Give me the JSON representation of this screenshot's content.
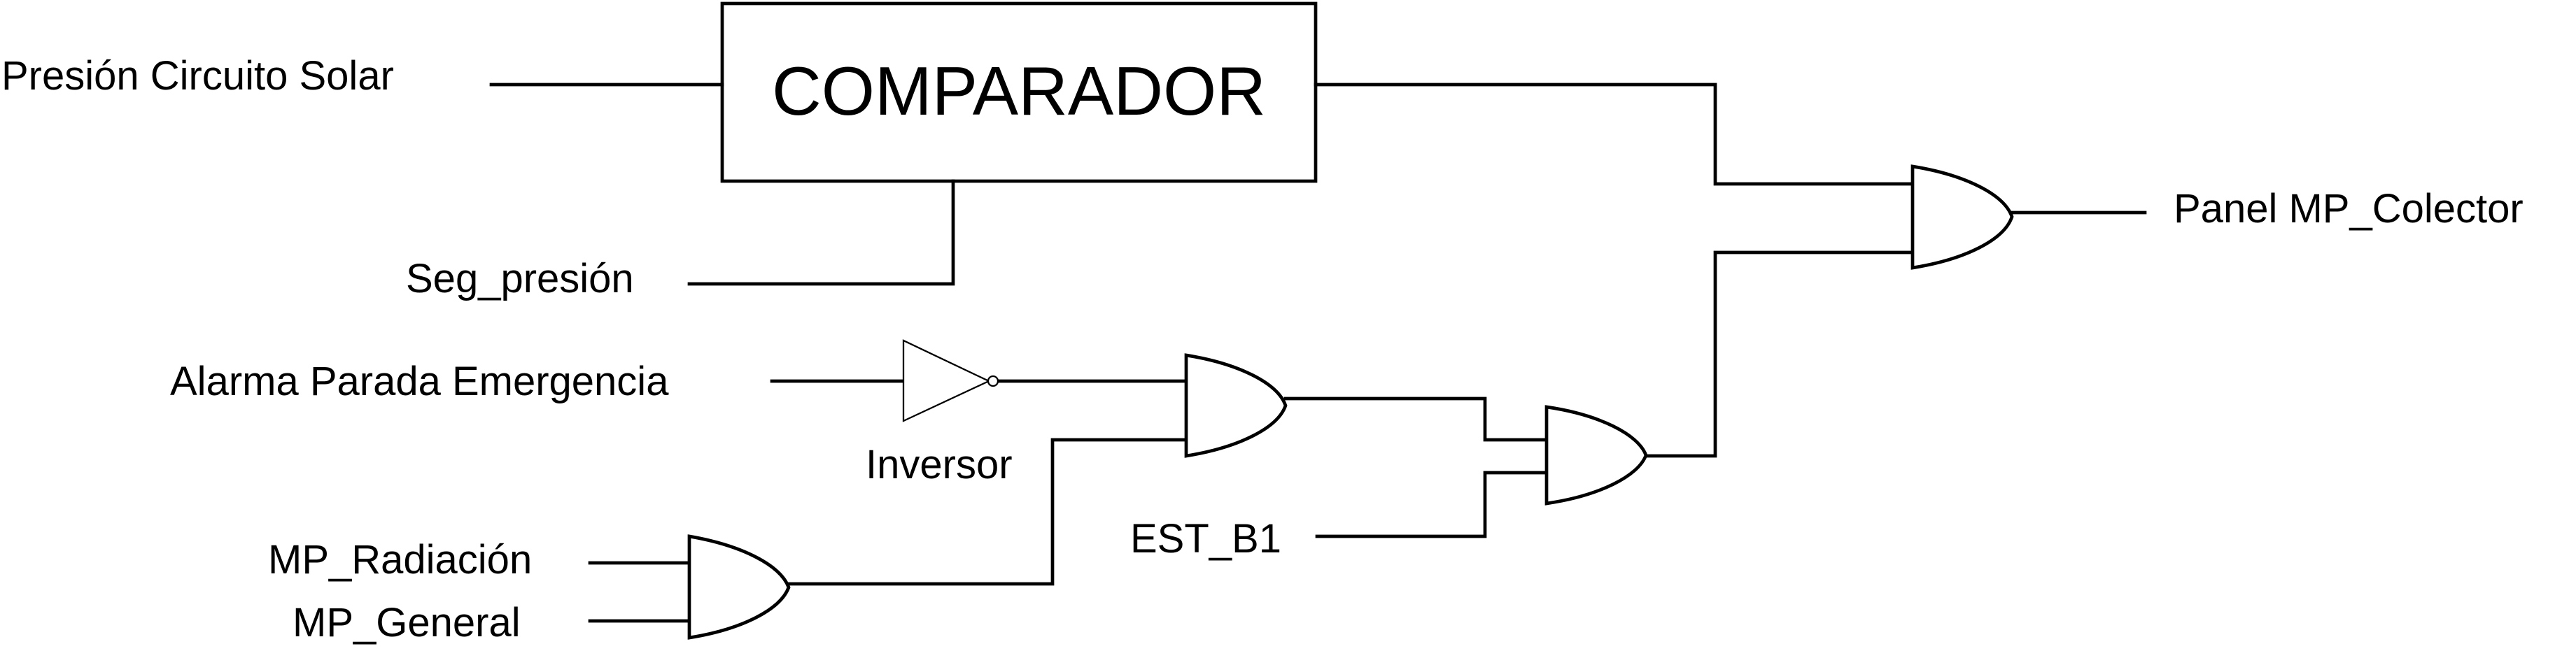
{
  "blocks": {
    "comparator": "COMPARADOR"
  },
  "inputs": {
    "solar_pressure": "Presión Circuito Solar",
    "pressure_setpoint": "Seg_presión",
    "emergency_stop_alarm": "Alarma Parada Emergencia",
    "radiation": "MP_Radiación",
    "general": "MP_General",
    "est_b1": "EST_B1"
  },
  "components": {
    "inverter": "Inversor"
  },
  "outputs": {
    "collector_panel": "Panel MP_Colector"
  }
}
